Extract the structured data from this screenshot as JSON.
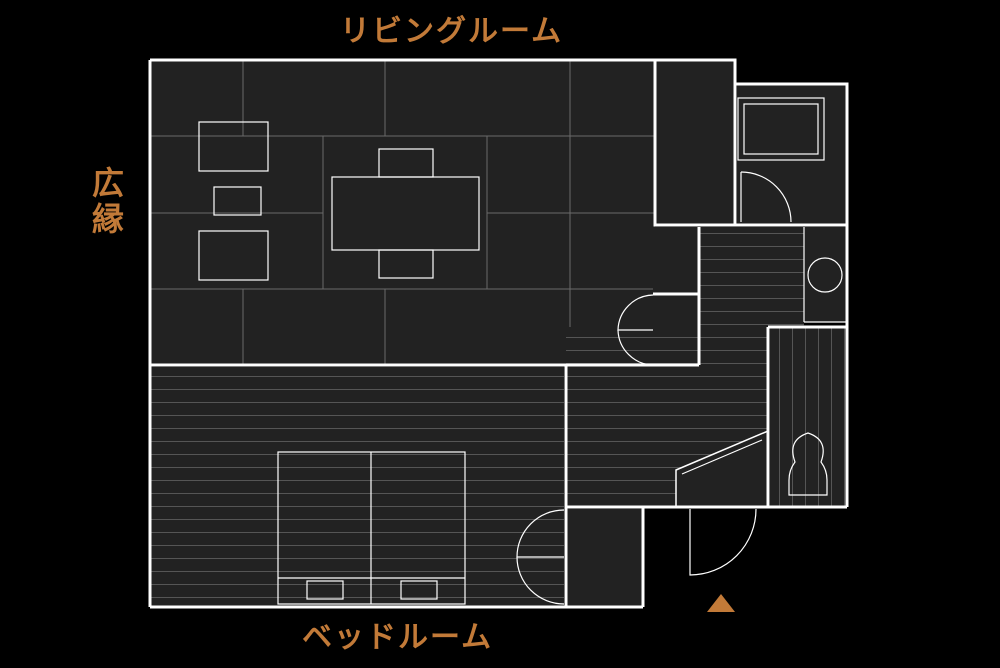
{
  "labels": {
    "living_room": "リビングルーム",
    "bedroom": "ベッドルーム",
    "engawa": "広縁"
  },
  "colors": {
    "accent": "#c27a38",
    "background": "#000000",
    "floor": "#222222",
    "wall": "#ffffff"
  },
  "icons": {
    "entrance": "triangle-up-icon"
  }
}
